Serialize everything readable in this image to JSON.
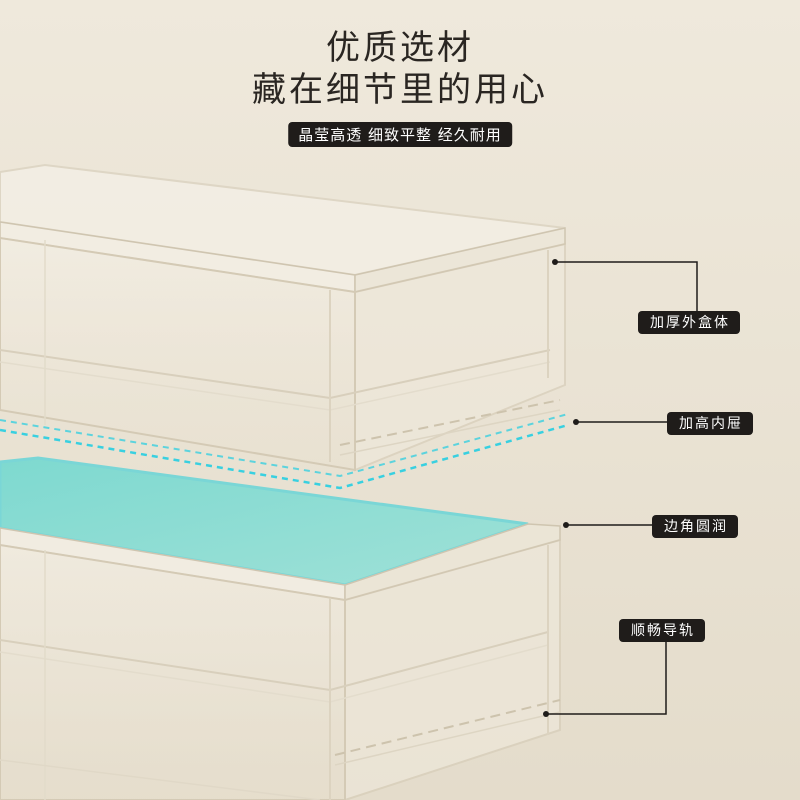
{
  "headline": {
    "line1": "优质选材",
    "line2": "藏在细节里的用心"
  },
  "tagline": "晶莹高透  细致平整  经久耐用",
  "callouts": {
    "outer_box": "加厚外盒体",
    "inner_layer": "加高内屉",
    "rounded_corners": "边角圆润",
    "smooth_rails": "顺畅导轨"
  },
  "colors": {
    "background": "#ebe4d6",
    "highlight": "#7fd8cf",
    "highlight_line": "#38d0e0",
    "label_bg": "#1f1c1a"
  }
}
